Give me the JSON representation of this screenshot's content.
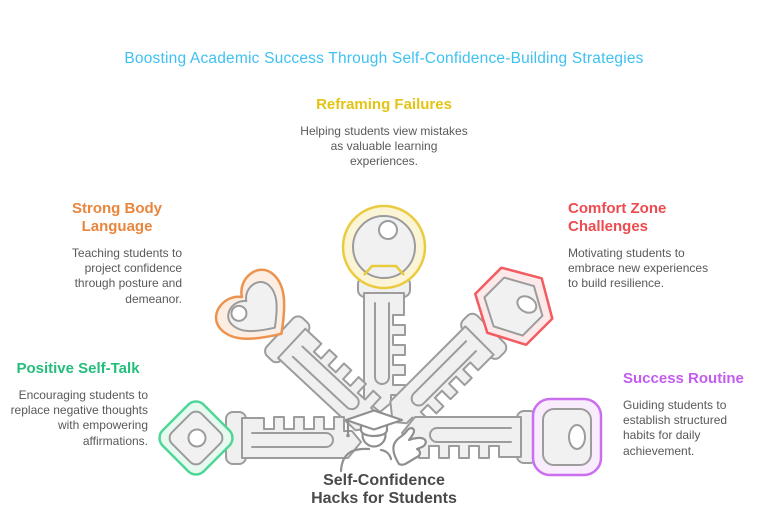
{
  "title": {
    "text": "Boosting Academic Success Through Self-Confidence-Building Strategies",
    "color": "#3EC1F1"
  },
  "center": {
    "line1": "Self-Confidence",
    "line2": "Hacks for Students",
    "icon": "graduate-with-hand-icon",
    "text_color": "#4A4A4A"
  },
  "strategies": [
    {
      "id": "reframing-failures",
      "position": "top",
      "title": "Reframing Failures",
      "description": "Helping students view mistakes as valuable learning experiences.",
      "accent_color": "#E3C414",
      "key_color": "#EACB3F",
      "key_head_shape": "round"
    },
    {
      "id": "strong-body-language",
      "position": "upper-left",
      "title": "Strong Body Language",
      "description": "Teaching students to project confidence through posture and demeanor.",
      "accent_color": "#E8863C",
      "key_color": "#EC9350",
      "key_head_shape": "clover"
    },
    {
      "id": "comfort-zone-challenges",
      "position": "upper-right",
      "title": "Comfort Zone Challenges",
      "description": "Motivating students to embrace new experiences to build resilience.",
      "accent_color": "#EE4B50",
      "key_color": "#F25C60",
      "key_head_shape": "hexagon"
    },
    {
      "id": "positive-self-talk",
      "position": "lower-left",
      "title": "Positive Self-Talk",
      "description": "Encouraging students to replace negative thoughts with empowering affirmations.",
      "accent_color": "#24BE7B",
      "key_color": "#4FD698",
      "key_head_shape": "diamond"
    },
    {
      "id": "success-routine",
      "position": "lower-right",
      "title": "Success Routine",
      "description": "Guiding students to establish structured habits for daily achievement.",
      "accent_color": "#C45CEF",
      "key_color": "#C96FEF",
      "key_head_shape": "rounded-square"
    }
  ]
}
